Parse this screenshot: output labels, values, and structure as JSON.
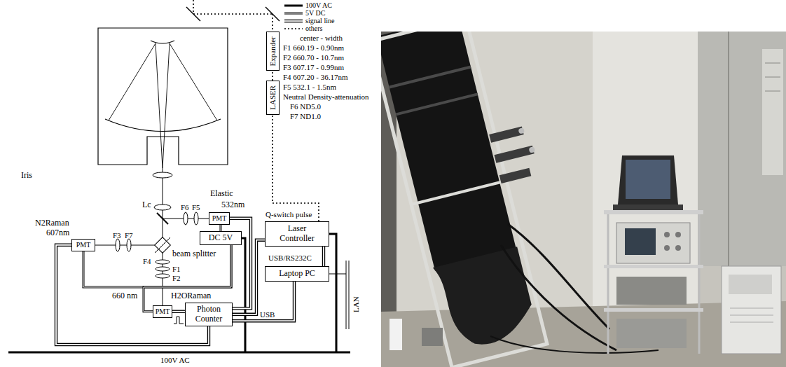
{
  "diagram": {
    "nodes": [
      {
        "text": [
          "Expander"
        ]
      },
      {
        "text": [
          "LASER"
        ]
      },
      {
        "text": [
          "PMT"
        ]
      },
      {
        "text": [
          "Laser Controller"
        ]
      },
      {
        "text": [
          "DC 5V"
        ]
      },
      {
        "text": [
          "PMT"
        ]
      },
      {
        "text": [
          "Laptop PC"
        ]
      },
      {
        "text": [
          "Photon Counter"
        ]
      },
      {
        "text": [
          "PMT"
        ]
      }
    ],
    "edges": [
      {
        "from": 1,
        "to": 0,
        "arrow": "none"
      },
      {
        "from": 3,
        "to": 1,
        "arrow": "none"
      },
      {
        "from": 2,
        "to": 7,
        "arrow": "none"
      },
      {
        "from": 5,
        "to": 7,
        "arrow": "none"
      },
      {
        "from": 8,
        "to": 7,
        "arrow": "none"
      },
      {
        "from": 4,
        "to": 2,
        "arrow": "none"
      },
      {
        "from": 4,
        "to": 5,
        "arrow": "none"
      },
      {
        "from": 4,
        "to": 8,
        "arrow": "none"
      },
      {
        "from": 3,
        "to": 7,
        "label": "Q-switch pulse",
        "arrow": "none"
      },
      {
        "from": 3,
        "to": 6,
        "label": "USB/RS232C",
        "arrow": "none"
      },
      {
        "from": 7,
        "to": 6,
        "label": "USB",
        "arrow": "none"
      }
    ],
    "labels": [
      "center - width",
      "F1 660.19 - 0.90nm",
      "F2 660.70 - 10.7nm",
      "F3 607.17 - 0.99nm",
      "F4 607.20 - 36.17nm",
      "F5 532.1 - 1.5nm",
      "Neutral Density-attenuation",
      "F6 ND5.0",
      "F7 ND1.0",
      "Iris",
      "Lc",
      "F6",
      "F5",
      "Elastic",
      "532nm",
      "N2Raman",
      "607nm",
      "F3",
      "F7",
      "beam splitter",
      "F4",
      "F1",
      "F2",
      "660 nm",
      "H2ORaman",
      "LAN",
      "100V AC"
    ],
    "legend": [
      {
        "text": "100V AC"
      },
      {
        "text": "5V DC"
      },
      {
        "text": "signal line"
      },
      {
        "text": "others"
      }
    ]
  }
}
